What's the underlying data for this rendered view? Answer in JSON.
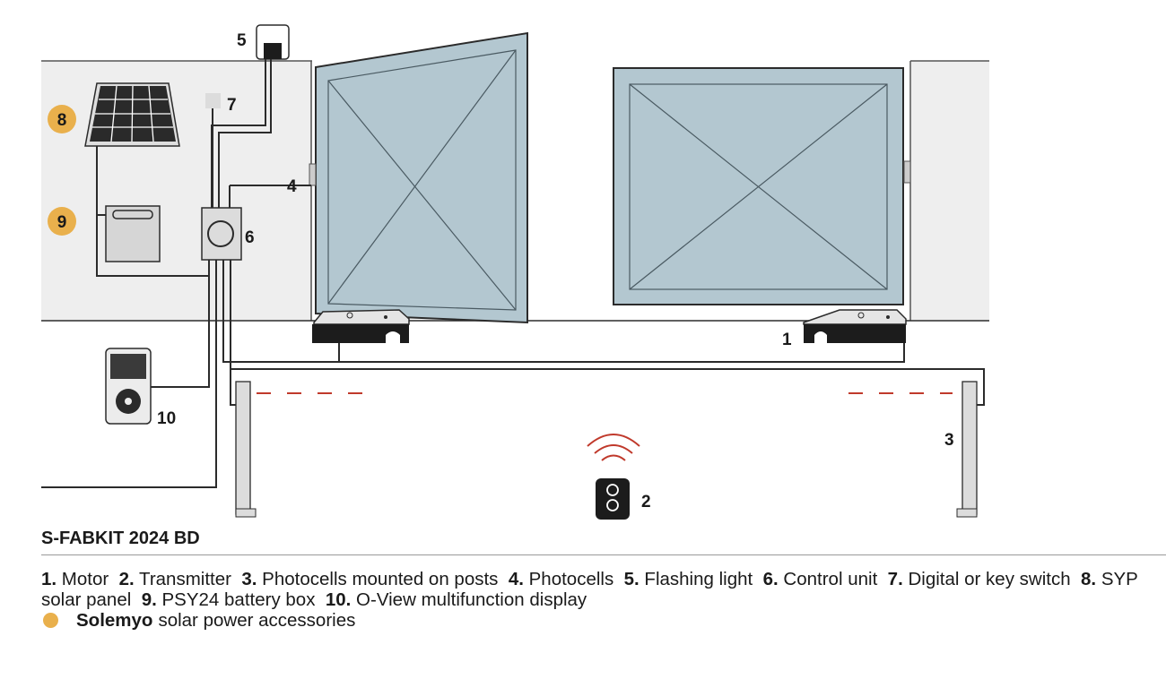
{
  "colors": {
    "wall": "#eeeeee",
    "gate_fill": "#b3c7d0",
    "line": "#2b2b2b",
    "badge": "#e9b04c",
    "beam": "#c0392b",
    "signal": "#c0392b"
  },
  "diagram": {
    "callouts": {
      "motor": "1",
      "transmitter": "2",
      "photocell_posts": "3",
      "photocells": "4",
      "flashing_light": "5",
      "control_unit": "6",
      "key_switch": "7",
      "solar_panel": "8",
      "battery_box": "9",
      "display": "10"
    }
  },
  "title": "S-FABKIT 2024 BD",
  "legend": {
    "items": [
      {
        "num": "1.",
        "label": "Motor"
      },
      {
        "num": "2.",
        "label": "Transmitter"
      },
      {
        "num": "3.",
        "label": "Photocells mounted on posts"
      },
      {
        "num": "4.",
        "label": "Photocells"
      },
      {
        "num": "5.",
        "label": "Flashing light"
      },
      {
        "num": "6.",
        "label": "Control unit"
      },
      {
        "num": "7.",
        "label": "Digital or key switch"
      },
      {
        "num": "8.",
        "label": "SYP solar panel"
      },
      {
        "num": "9.",
        "label": "PSY24 battery box"
      },
      {
        "num": "10.",
        "label": "O-View multifunction display"
      }
    ],
    "solar_brand": "Solemyo",
    "solar_text": "solar power accessories"
  }
}
